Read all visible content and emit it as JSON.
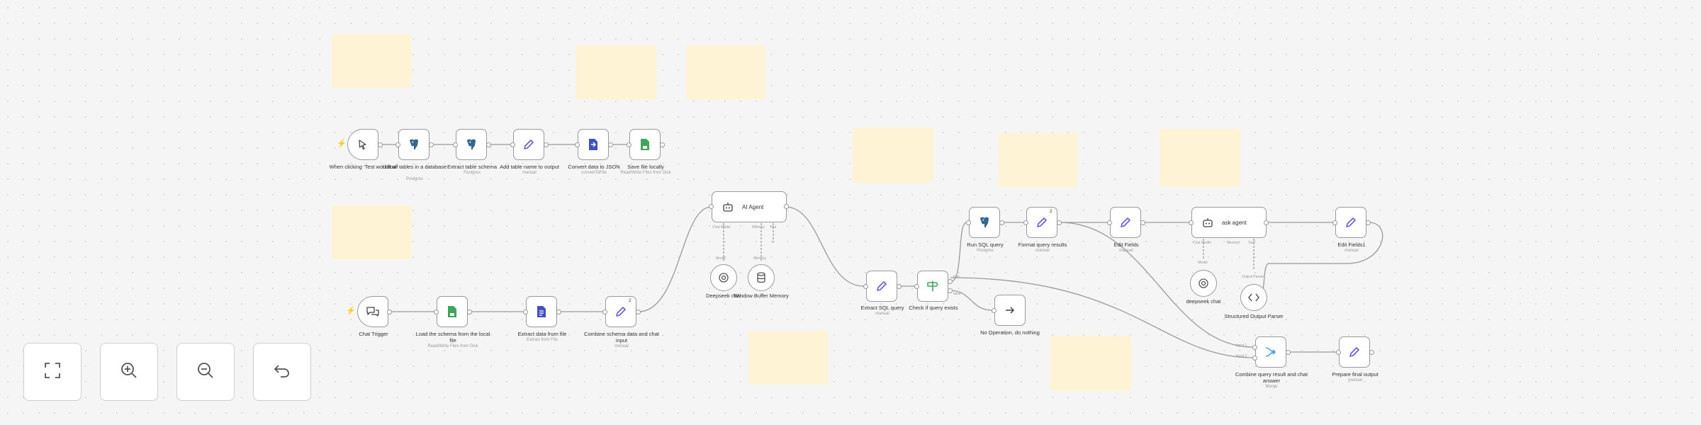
{
  "nodes": {
    "manual_trigger": {
      "label": "When clicking ‘Test workflow’",
      "icon": "cursor-click-icon"
    },
    "list_tables": {
      "label": "List all tables in a database",
      "sub": "Postgres",
      "icon": "postgres-elephant-icon"
    },
    "schema_extract": {
      "label": "Extract table schema",
      "sub": "Postgres",
      "icon": "postgres-elephant-icon"
    },
    "add_table_name": {
      "label": "Add table name to output",
      "sub": "manual",
      "icon": "pencil-icon"
    },
    "convert_json": {
      "label": "Convert data to JSON",
      "sub": "convertToFile",
      "icon": "file-convert-icon"
    },
    "save_file": {
      "label": "Save file locally",
      "sub": "Read/Write Files from Disk",
      "icon": "file-save-icon"
    },
    "chat_trigger": {
      "label": "Chat Trigger",
      "icon": "chat-bubble-icon"
    },
    "load_schema": {
      "label": "Load the schema from the local file",
      "sub": "Read/Write Files from Disk",
      "icon": "file-load-icon"
    },
    "extract_from_file": {
      "label": "Extract data from file",
      "sub": "Extract from File",
      "icon": "file-extract-icon"
    },
    "combine_schema": {
      "label": "Combine schema data and chat input",
      "sub": "manual",
      "badge": "2",
      "icon": "pencil-icon"
    },
    "ai_agent": {
      "title": "AI Agent",
      "port_labels": [
        "Chat Model",
        "Memory",
        "Tool"
      ],
      "icon": "robot-icon"
    },
    "deepseek_chat": {
      "label": "Deepseek chat",
      "port_label": "Model",
      "icon": "deepseek-icon"
    },
    "window_memory": {
      "label": "Window Buffer Memory",
      "port_label": "Memory",
      "icon": "database-icon"
    },
    "extract_sql": {
      "label": "Extract SQL query",
      "sub": "manual",
      "icon": "pencil-icon"
    },
    "check_query": {
      "label": "Check if query exists",
      "icon": "signpost-icon"
    },
    "run_sql": {
      "label": "Run SQL query",
      "sub": "Postgres",
      "icon": "postgres-elephant-icon"
    },
    "format_results": {
      "label": "Format query results",
      "sub": "manual",
      "badge": "2",
      "icon": "pencil-icon"
    },
    "edit_fields": {
      "label": "Edit Fields",
      "sub": "manual",
      "icon": "pencil-icon"
    },
    "second_agent": {
      "title": "ask agent",
      "port_labels": [
        "Chat Model",
        "Memory",
        "Tool"
      ],
      "icon": "robot-icon"
    },
    "deepseek_chat2": {
      "label": "deepseek chat",
      "port_label": "Model",
      "icon": "deepseek-icon"
    },
    "output_parser": {
      "label": "Structured Output Parser",
      "port_label": "Output Parser",
      "icon": "code-brackets-icon"
    },
    "no_op": {
      "label": "No Operation, do nothing",
      "icon": "arrow-right-icon"
    },
    "edit_fields1": {
      "label": "Edit Fields1",
      "sub": "manual",
      "icon": "pencil-icon"
    },
    "combine_output": {
      "label": "Combine query result and chat answer",
      "sub": "Merge",
      "input_labels": [
        "Input 1",
        "Input 2"
      ],
      "icon": "merge-icon"
    },
    "final_output": {
      "label": "Prepare final output",
      "sub": "manual",
      "icon": "pencil-icon"
    }
  },
  "branch_labels": {
    "true": "true",
    "false": "false"
  },
  "controls": [
    {
      "name": "fit-view-button",
      "icon": "fit-view-icon"
    },
    {
      "name": "zoom-in-button",
      "icon": "zoom-in-icon"
    },
    {
      "name": "zoom-out-button",
      "icon": "zoom-out-icon"
    },
    {
      "name": "undo-button",
      "icon": "undo-icon"
    }
  ],
  "colors": {
    "canvas_bg": "#f5f5f5",
    "sticky_note": "#fff3d6",
    "node_border": "#9a9a9a",
    "edge": "#9a9a9a",
    "trigger_bolt": "#ff6d5a",
    "postgres": "#336791",
    "pencil": "#6b5bd6",
    "file_green": "#3fa55b",
    "file_blue": "#4050c0",
    "switch_green": "#3fa55b"
  }
}
